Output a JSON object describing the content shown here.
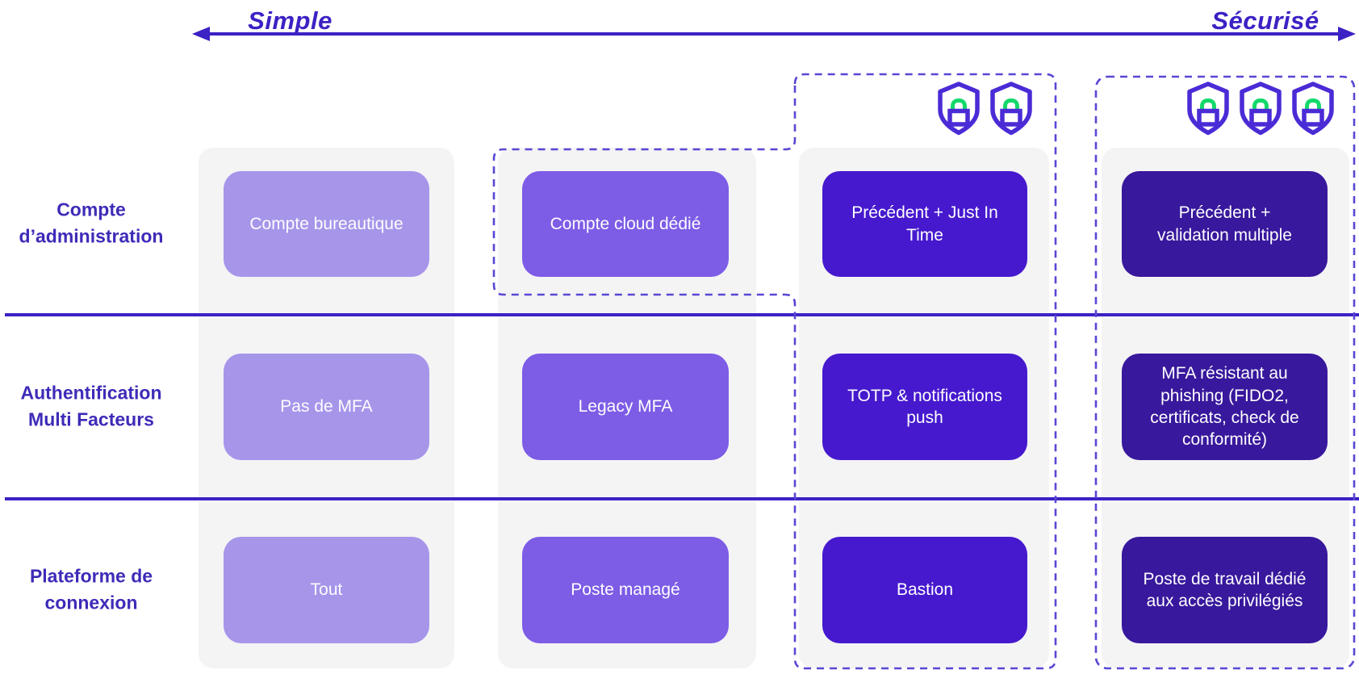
{
  "axis": {
    "left_label": "Simple",
    "right_label": "Sécurisé"
  },
  "matrix": {
    "rows": [
      {
        "label": "Compte\nd’administration",
        "cells": [
          {
            "text": "Compte bureautique",
            "level": 1
          },
          {
            "text": "Compte cloud dédié",
            "level": 2
          },
          {
            "text": "Précédent + Just In\nTime",
            "level": 3
          },
          {
            "text": "Précédent +\nvalidation multiple",
            "level": 4
          }
        ]
      },
      {
        "label": "Authentification\nMulti Facteurs",
        "cells": [
          {
            "text": "Pas de MFA",
            "level": 1
          },
          {
            "text": "Legacy MFA",
            "level": 2
          },
          {
            "text": "TOTP & notifications\npush",
            "level": 3
          },
          {
            "text": "MFA résistant au\nphishing (FIDO2,\ncertificats, check de\nconformité)",
            "level": 4
          }
        ]
      },
      {
        "label": "Plateforme de\nconnexion",
        "cells": [
          {
            "text": "Tout",
            "level": 1
          },
          {
            "text": "Poste managé",
            "level": 2
          },
          {
            "text": "Bastion",
            "level": 3
          },
          {
            "text": "Poste de travail dédié\naux accès privilégiés",
            "level": 4
          }
        ]
      }
    ]
  },
  "security_badges": {
    "col3": 2,
    "col4": 3,
    "icon": "shield-lock-icon"
  },
  "colors": {
    "accent": "#3b22c4",
    "label": "#3d2bb8",
    "dashed": "#5847d4",
    "panel": "#f4f4f5",
    "level1": "#a795ea",
    "level2": "#7d5ce6",
    "level3": "#4619ce",
    "level4": "#38189c",
    "shield": "#4b2bd6",
    "lock_green": "#14d96a"
  }
}
